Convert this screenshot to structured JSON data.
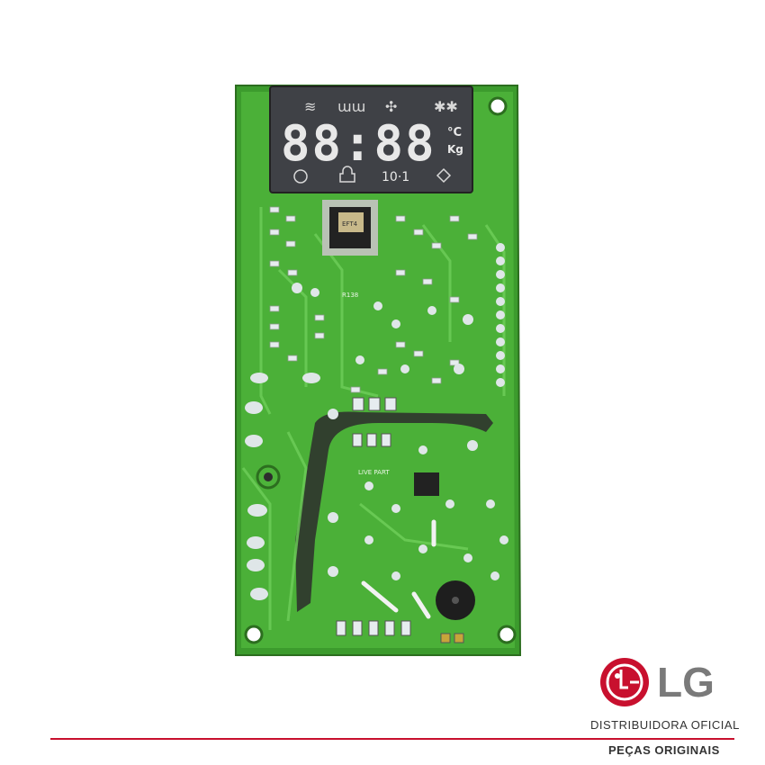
{
  "display": {
    "digits": "88:88",
    "unit_c": "°C",
    "unit_kg": "Kg",
    "ratio": "10·1"
  },
  "brand": {
    "name": "LG",
    "tagline": "DISTRIBUIDORA OFICIAL",
    "subline": "PEÇAS ORIGINAIS",
    "accent_color": "#c8102e",
    "icon": "lg-logo-icon"
  },
  "board": {
    "color": "#3fa52f",
    "mcu_label": "EFT4",
    "ref_r138": "R138",
    "ref_live": "LIVE PART"
  }
}
